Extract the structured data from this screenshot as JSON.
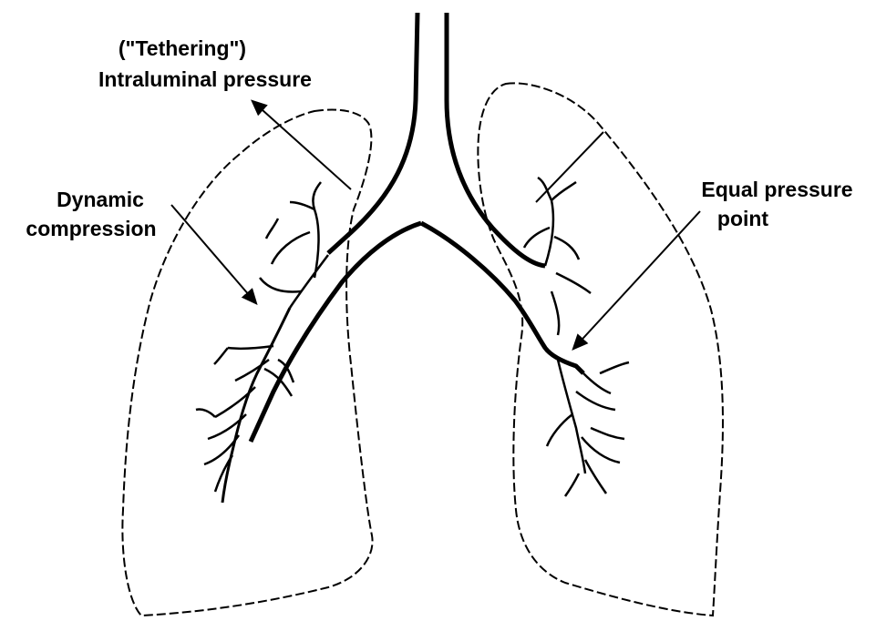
{
  "labels": {
    "tethering": "(\"Tethering\")",
    "intraluminal_pressure": "Intraluminal pressure",
    "dynamic": "Dynamic",
    "compression": "compression",
    "equal_pressure": "Equal pressure",
    "point": "point"
  },
  "colors": {
    "ink": "#000000",
    "background": "#ffffff"
  }
}
